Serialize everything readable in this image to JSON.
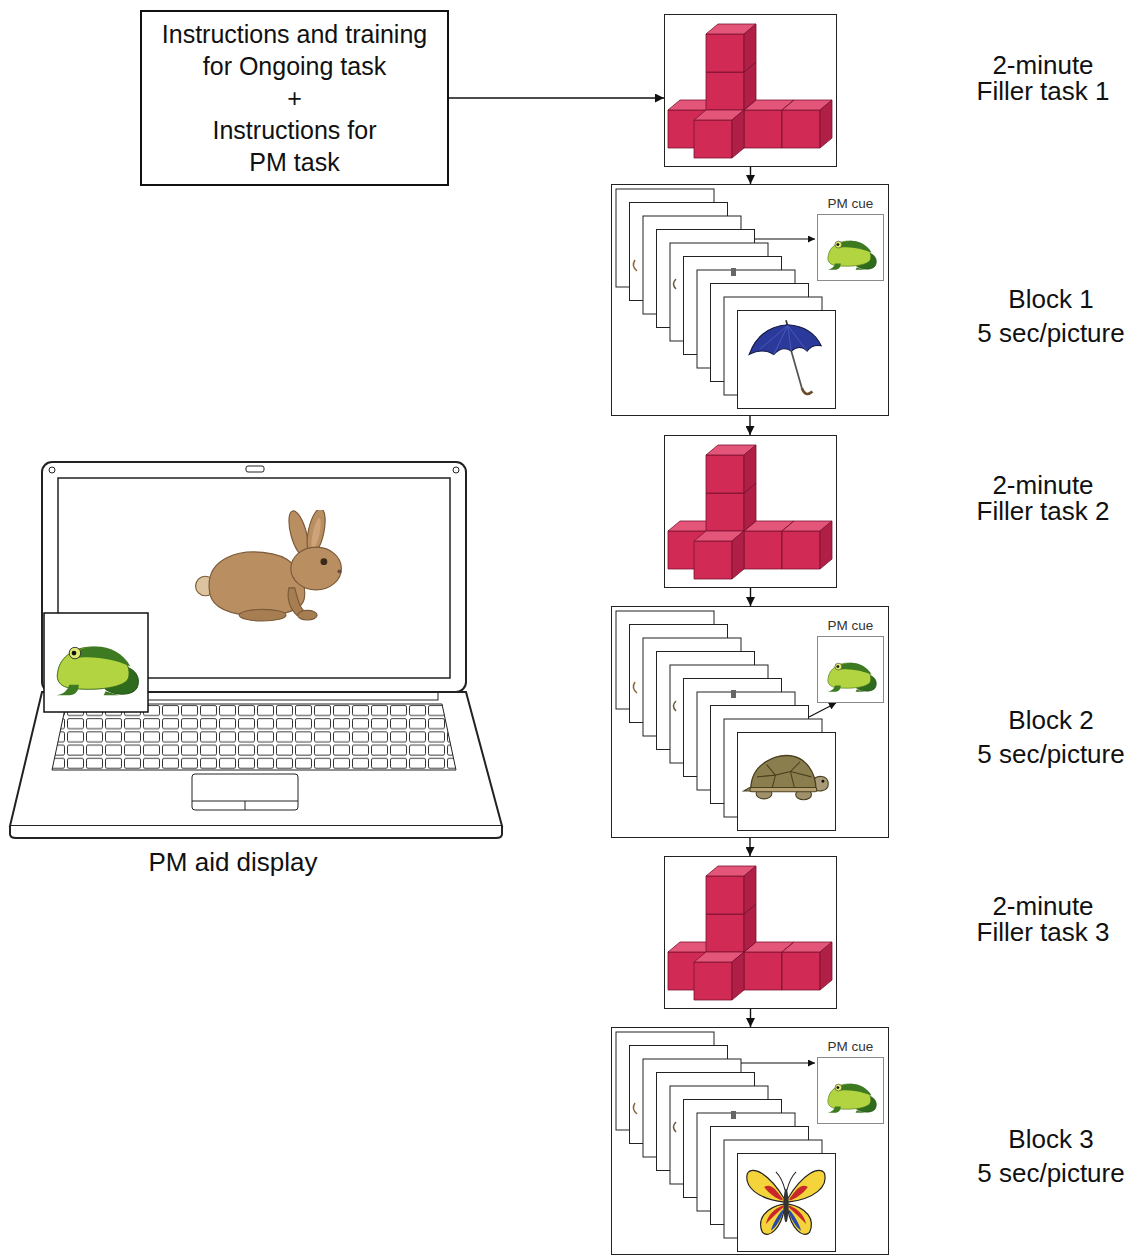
{
  "diagram": {
    "nodes": [
      {
        "text": [
          "Instructions and training for Ongoing task",
          "+",
          "Instructions for PM task"
        ]
      },
      {
        "text": [
          "2-minute",
          "Filler task 1"
        ]
      },
      {
        "text": [
          "Block 1",
          "5 sec/picture"
        ]
      },
      {
        "text": [
          "PM cue"
        ],
        "in": 2
      },
      {
        "text": [
          "2-minute",
          "Filler task 2"
        ]
      },
      {
        "text": [
          "Block 2",
          "5 sec/picture"
        ]
      },
      {
        "text": [
          "PM cue"
        ],
        "in": 5
      },
      {
        "text": [
          "2-minute",
          "Filler task 3"
        ]
      },
      {
        "text": [
          "Block 3",
          "5 sec/picture"
        ]
      },
      {
        "text": [
          "PM cue"
        ],
        "in": 8
      }
    ],
    "edges": [
      {
        "from": 0,
        "to": 1,
        "arrow": "to"
      },
      {
        "from": 1,
        "to": 2,
        "arrow": "to"
      },
      {
        "from": 2,
        "to": 4,
        "arrow": "to"
      },
      {
        "from": 4,
        "to": 5,
        "arrow": "to"
      },
      {
        "from": 5,
        "to": 7,
        "arrow": "to"
      },
      {
        "from": 7,
        "to": 8,
        "arrow": "to"
      }
    ],
    "labels": [
      "PM aid display"
    ]
  }
}
